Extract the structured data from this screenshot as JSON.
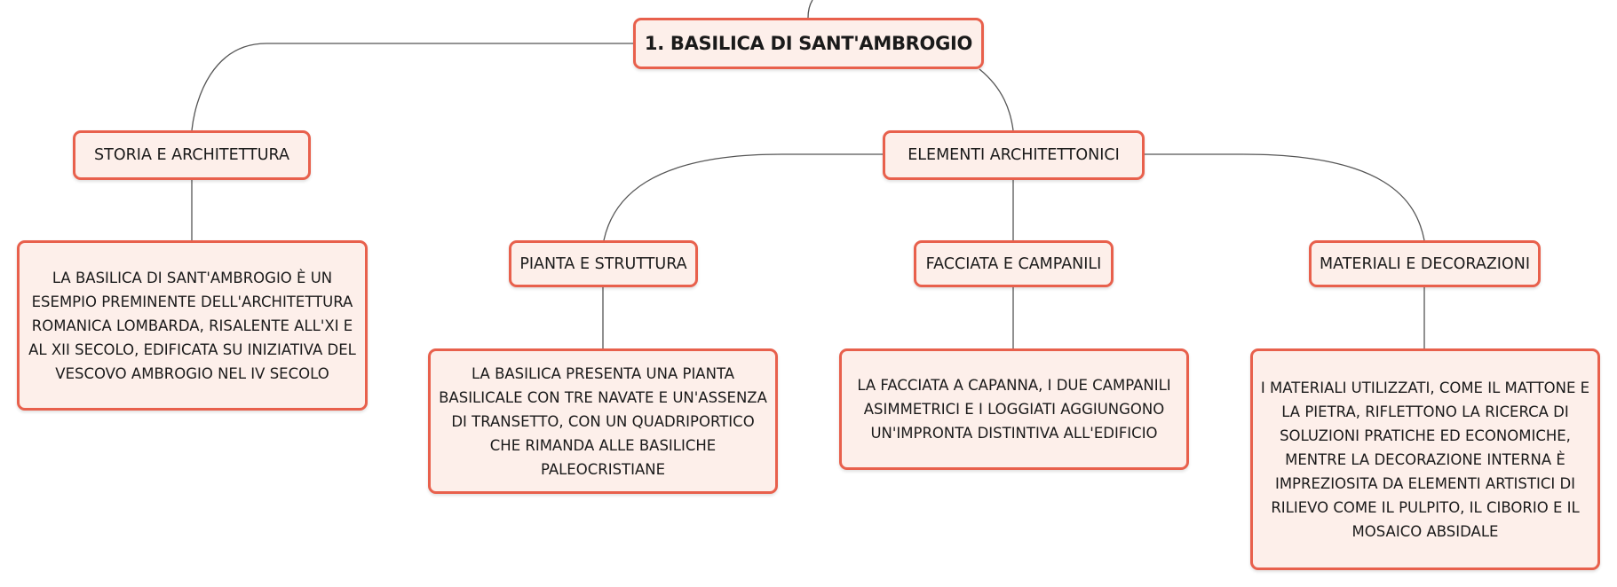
{
  "mindmap": {
    "root": {
      "label": "1. BASILICA DI SANT'AMBROGIO"
    },
    "storia": {
      "label": "STORIA E ARCHITETTURA",
      "text": "LA BASILICA DI SANT'AMBROGIO È UN ESEMPIO PREMINENTE DELL'ARCHITETTURA ROMANICA LOMBARDA, RISALENTE ALL'XI E AL XII SECOLO, EDIFICATA SU INIZIATIVA DEL VESCOVO AMBROGIO NEL IV SECOLO"
    },
    "elementi": {
      "label": "ELEMENTI ARCHITETTONICI",
      "pianta": {
        "label": "PIANTA E STRUTTURA",
        "text": "LA BASILICA PRESENTA UNA PIANTA BASILICALE CON TRE NAVATE E UN'ASSENZA DI TRANSETTO, CON UN QUADRIPORTICO CHE RIMANDA ALLE BASILICHE PALEOCRISTIANE"
      },
      "facciata": {
        "label": "FACCIATA E CAMPANILI",
        "text": "LA FACCIATA A CAPANNA, I DUE CAMPANILI ASIMMETRICI E I LOGGIATI AGGIUNGONO UN'IMPRONTA DISTINTIVA ALL'EDIFICIO"
      },
      "materiali": {
        "label": "MATERIALI E DECORAZIONI",
        "text": "I MATERIALI UTILIZZATI, COME IL MATTONE E LA PIETRA, RIFLETTONO LA RICERCA DI SOLUZIONI PRATICHE ED ECONOMICHE, MENTRE LA DECORAZIONE INTERNA È IMPREZIOSITA DA ELEMENTI ARTISTICI DI RILIEVO COME IL PULPITO, IL CIBORIO E IL MOSAICO ABSIDALE"
      }
    }
  },
  "colors": {
    "node_border": "#e8604c",
    "node_fill": "#fdefea",
    "connector": "#555555"
  }
}
